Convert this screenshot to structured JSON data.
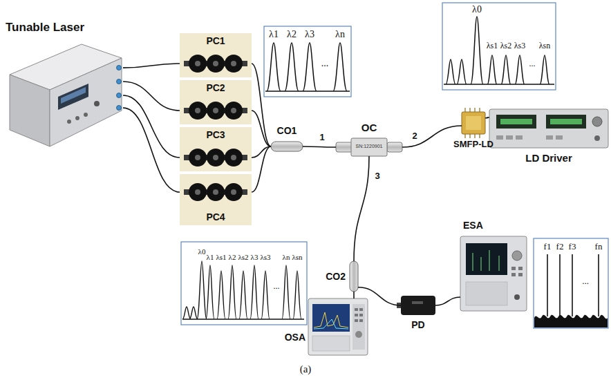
{
  "diagram": {
    "caption": "(a)",
    "nodes": [
      {
        "text": [
          "Tunable Laser"
        ]
      },
      {
        "text": [
          "PC1"
        ]
      },
      {
        "text": [
          "PC2"
        ]
      },
      {
        "text": [
          "PC3"
        ]
      },
      {
        "text": [
          "PC4"
        ]
      },
      {
        "text": [
          "CO1"
        ]
      },
      {
        "text": [
          "OC",
          "SN:1220901"
        ]
      },
      {
        "text": [
          "SMFP-LD"
        ]
      },
      {
        "text": [
          "LD Driver"
        ]
      },
      {
        "text": [
          "CO2"
        ]
      },
      {
        "text": [
          "OSA"
        ]
      },
      {
        "text": [
          "PD"
        ]
      },
      {
        "text": [
          "ESA"
        ]
      }
    ],
    "edges": [
      {
        "from": 0,
        "to": 1,
        "arrow": "none"
      },
      {
        "from": 0,
        "to": 2,
        "arrow": "none"
      },
      {
        "from": 0,
        "to": 3,
        "arrow": "none"
      },
      {
        "from": 0,
        "to": 4,
        "arrow": "none"
      },
      {
        "from": 1,
        "to": 5,
        "arrow": "none"
      },
      {
        "from": 2,
        "to": 5,
        "arrow": "none"
      },
      {
        "from": 3,
        "to": 5,
        "arrow": "none"
      },
      {
        "from": 4,
        "to": 5,
        "arrow": "none"
      },
      {
        "from": 5,
        "to": 6,
        "arrow": "none"
      },
      {
        "from": 6,
        "to": 7,
        "arrow": "none"
      },
      {
        "from": 7,
        "to": 8,
        "arrow": "none"
      },
      {
        "from": 6,
        "to": 9,
        "arrow": "none"
      },
      {
        "from": 9,
        "to": 10,
        "arrow": "none"
      },
      {
        "from": 9,
        "to": 11,
        "arrow": "none"
      },
      {
        "from": 11,
        "to": 12,
        "arrow": "none"
      }
    ],
    "labels": [
      "1",
      "2",
      "3",
      "λ1",
      "λ2",
      "λ3",
      "...",
      "λn",
      "λ0",
      "λs1",
      "λs2",
      "λs3",
      "...",
      "λsn",
      "λ0",
      "λ1",
      "λs1",
      "λ2",
      "λs2",
      "λ3",
      "λs3",
      "...",
      "λn",
      "λsn",
      "f1",
      "f2",
      "f3",
      "...",
      "fn"
    ]
  }
}
